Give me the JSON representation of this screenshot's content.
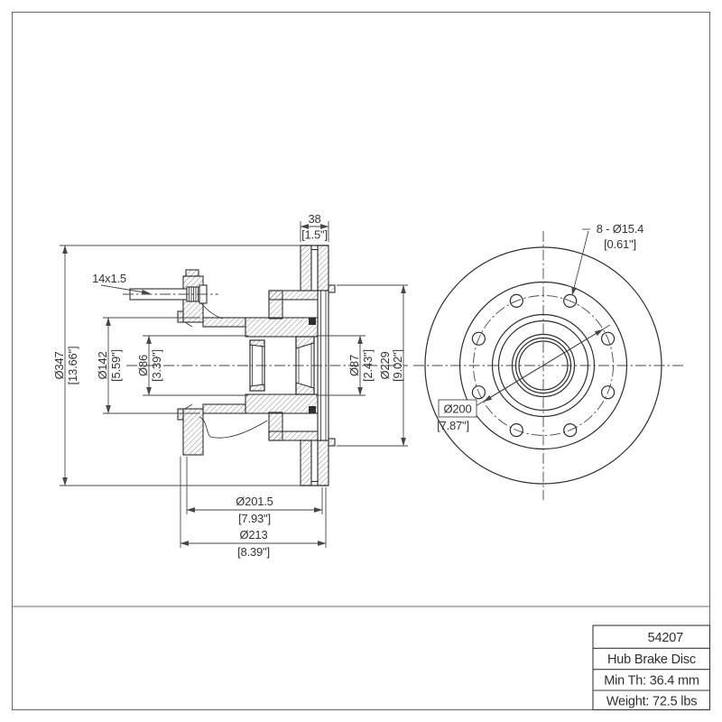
{
  "drawing": {
    "section_view": {
      "stud_label": "14x1.5",
      "dim_width": {
        "mm": "38",
        "in": "[1.5\"]"
      },
      "dim_od": {
        "mm": "Ø347",
        "in": "[13.66\"]"
      },
      "dim_flange": {
        "mm": "Ø142",
        "in": "[5.59\"]"
      },
      "dim_bore_inner": {
        "mm": "Ø86",
        "in": "[3.39\"]"
      },
      "dim_bore_outer": {
        "mm": "Ø87",
        "in": "[2.43\"]"
      },
      "dim_hat": {
        "mm": "Ø229",
        "in": "[9.02\"]"
      },
      "dim_pilot": {
        "mm": "Ø201.5",
        "in": "[7.93\"]"
      },
      "dim_mount": {
        "mm": "Ø213",
        "in": "[8.39\"]"
      }
    },
    "front_view": {
      "dim_holes": {
        "mm": "8 - Ø15.4",
        "in": "[0.61\"]"
      },
      "dim_bolt_circle": {
        "mm": "Ø200",
        "in": "[7.87\"]"
      }
    },
    "title_block": {
      "part_number": "54207",
      "product": "Hub Brake Disc",
      "min_thickness": "Min Th: 36.4 mm",
      "weight": "Weight: 72.5 lbs"
    }
  }
}
